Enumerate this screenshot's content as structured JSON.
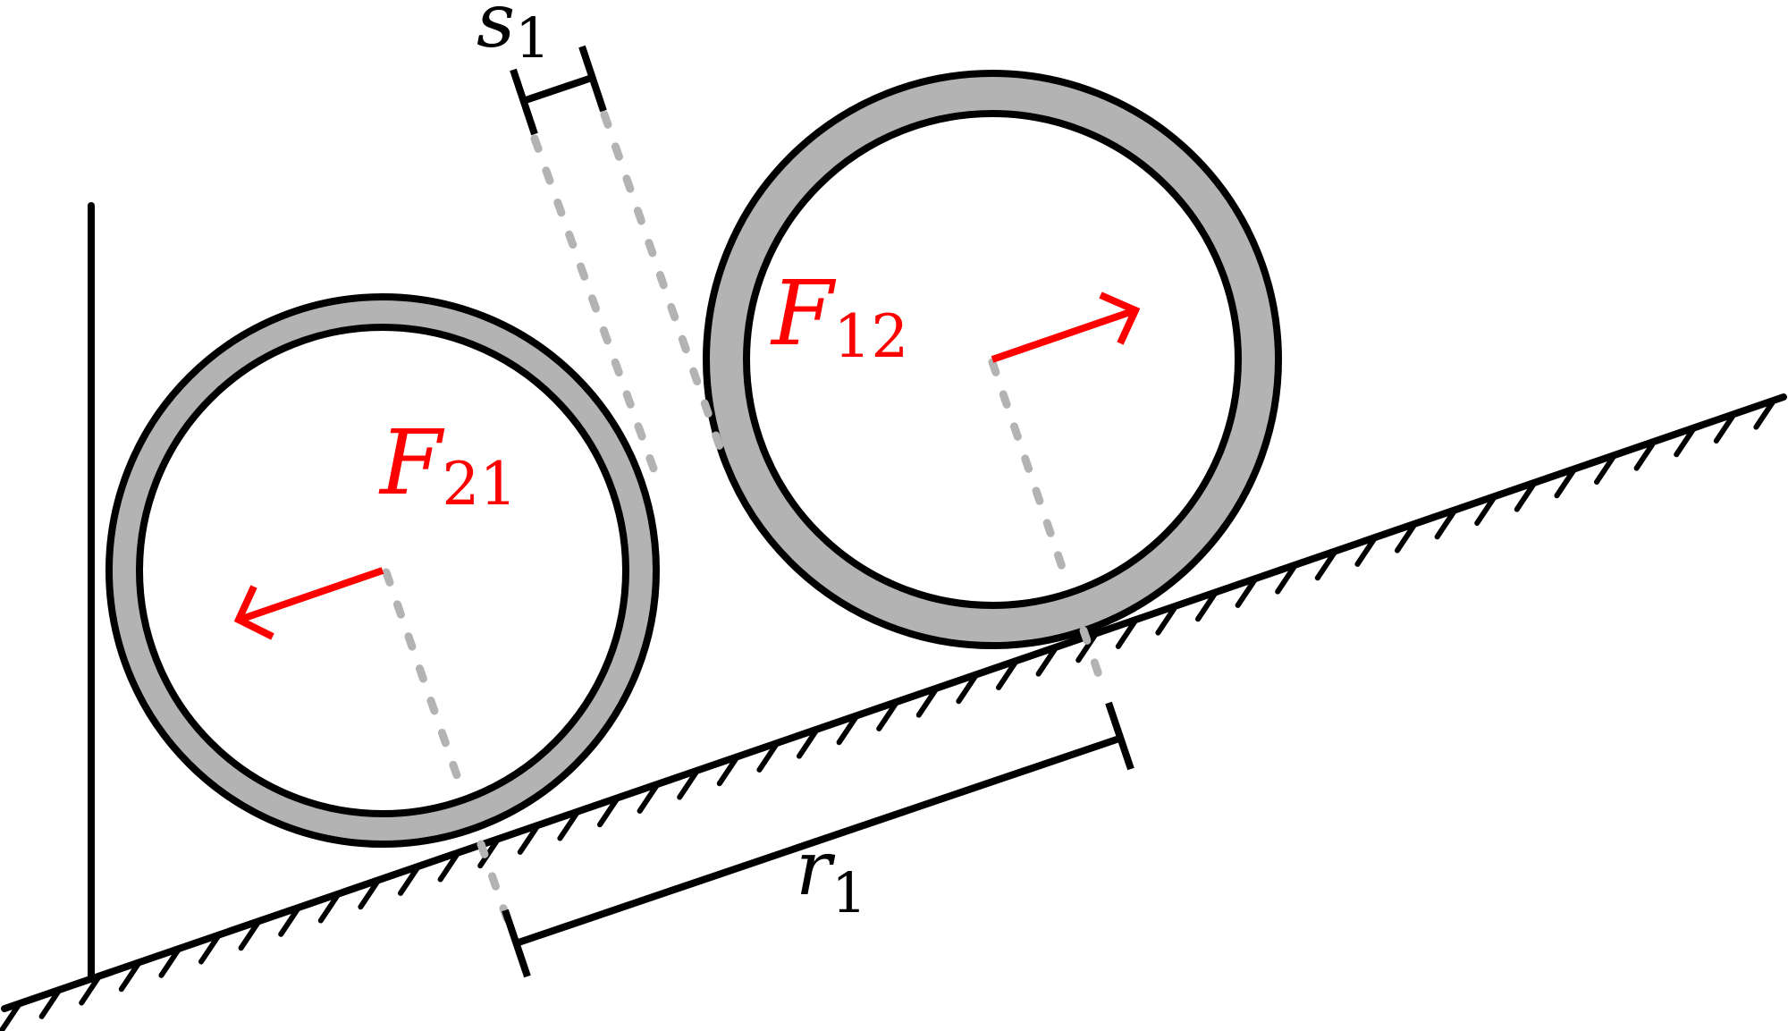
{
  "colors": {
    "stroke": "#000000",
    "ring_fill": "#b3b3b3",
    "force": "#ff0000",
    "guide": "#b3b3b3",
    "background": "#ffffff"
  },
  "labels": {
    "f21": {
      "main": "F",
      "sub": "21"
    },
    "f12": {
      "main": "F",
      "sub": "12"
    },
    "s1": {
      "main": "s",
      "sub": "1"
    },
    "r1": {
      "main": "r",
      "sub": "1"
    }
  }
}
